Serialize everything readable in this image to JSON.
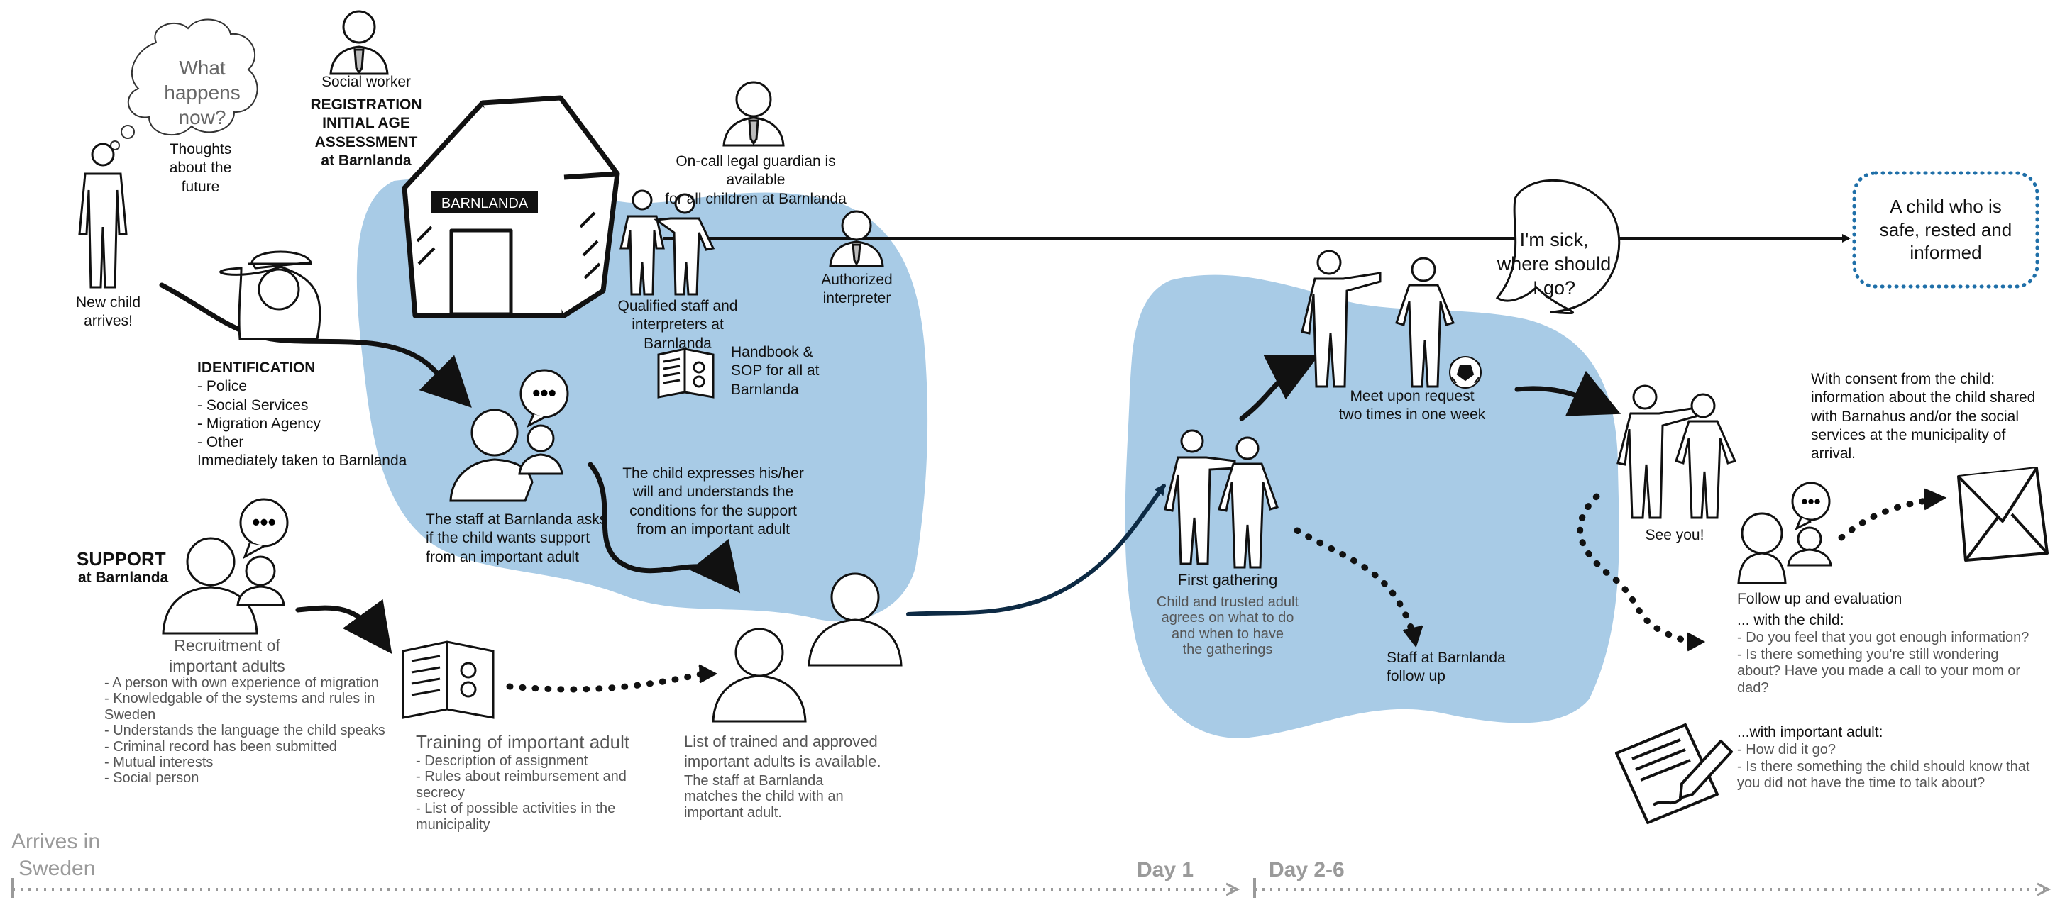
{
  "colors": {
    "blob": "#a8cbe6",
    "ink": "#111111",
    "muted": "#555555",
    "timeline": "#9a9a9a",
    "outcome_border": "#1f6fa8"
  },
  "start": {
    "thought_bubble": [
      "What",
      "happens",
      "now?"
    ],
    "thoughts_caption": [
      "Thoughts",
      "about the",
      "future"
    ],
    "new_child": [
      "New child",
      "arrives!"
    ]
  },
  "social_worker": {
    "label": "Social worker",
    "registration": [
      "REGISTRATION",
      "INITIAL AGE",
      "ASSESSMENT",
      "at Barnlanda"
    ]
  },
  "building_sign": "BARNLANDA",
  "guardian": [
    "On-call legal guardian is available",
    "for all children at Barnlanda"
  ],
  "qualified_staff": [
    "Qualified staff and",
    "interpreters at Barnlanda"
  ],
  "authorized_interpreter": [
    "Authorized",
    "interpreter"
  ],
  "handbook": [
    "Handbook &",
    "SOP for all at",
    "Barnlanda"
  ],
  "identification": {
    "title": "IDENTIFICATION",
    "items": [
      "- Police",
      "- Social Services",
      "- Migration Agency",
      "- Other",
      "Immediately taken to Barnlanda"
    ]
  },
  "staff_asks": [
    "The staff at Barnlanda asks",
    "if the child wants support",
    "from an important adult"
  ],
  "child_expresses": [
    "The child expresses his/her",
    "will and understands the",
    "conditions for the support",
    "from an important adult"
  ],
  "support": {
    "title": "SUPPORT",
    "subtitle": "at Barnlanda",
    "recruitment": [
      "Recruitment of",
      "important adults"
    ],
    "criteria": [
      "- A person with own experience of migration",
      "- Knowledgable of the systems and rules in",
      "Sweden",
      "- Understands the language the child speaks",
      "- Criminal record has been submitted",
      "- Mutual interests",
      "- Social person"
    ]
  },
  "training": {
    "title": "Training of important adult",
    "items": [
      "- Description of assignment",
      "- Rules about reimbursement and",
      "secrecy",
      "- List of possible activities in the",
      "municipality"
    ]
  },
  "list_trained": {
    "title": [
      "List of trained and approved",
      "important adults is available."
    ],
    "note": [
      "The staff at Barnlanda",
      "matches the child with an",
      "important adult."
    ]
  },
  "first_gathering": {
    "title": "First gathering",
    "note": [
      "Child and trusted adult",
      "agrees on what to do",
      "and when to have",
      "the gatherings"
    ]
  },
  "sick_bubble": [
    "I'm sick,",
    "where should",
    "I go?"
  ],
  "meet": [
    "Meet upon request",
    "two times in one week"
  ],
  "staff_follow": [
    "Staff at Barnlanda",
    "follow up"
  ],
  "see_you": "See you!",
  "outcome": [
    "A child who is",
    "safe, rested and",
    "informed"
  ],
  "consent": [
    "With consent from the child:",
    "information about the child shared",
    "with Barnahus and/or the social",
    "services at the municipality of",
    "arrival."
  ],
  "follow_up": {
    "title": "Follow up and evaluation",
    "with_child_title": "... with the child:",
    "with_child": [
      "- Do you feel that you got enough information?",
      "- Is there something you're still wondering",
      "about? Have you made a call to your mom or",
      "dad?"
    ],
    "with_adult_title": "...with important adult:",
    "with_adult": [
      "- How did it go?",
      "- Is there something the child should know that",
      "you did not have the time to talk about?"
    ]
  },
  "timeline": {
    "arrives": [
      "Arrives in",
      "Sweden"
    ],
    "day1": "Day 1",
    "day2": "Day 2-6"
  }
}
